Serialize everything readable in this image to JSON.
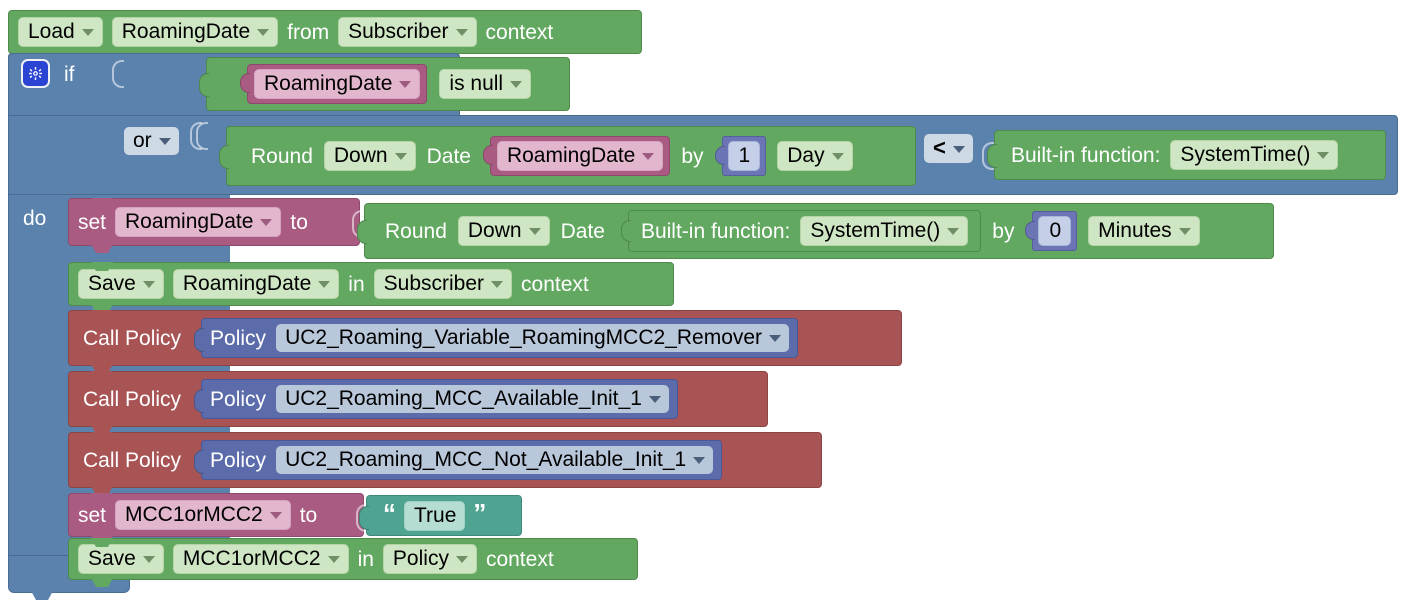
{
  "program": {
    "load_block": {
      "action": "Load",
      "variable": "RoamingDate",
      "from_label": "from",
      "context_scope": "Subscriber",
      "context_label": "context"
    },
    "if_block": {
      "gear_icon": "gear-icon",
      "if_label": "if",
      "do_label": "do",
      "operator": "or",
      "condition_1": {
        "variable": "RoamingDate",
        "test": "is null"
      },
      "condition_2": {
        "round_label": "Round",
        "direction": "Down",
        "date_label": "Date",
        "variable": "RoamingDate",
        "by_label": "by",
        "amount": "1",
        "unit": "Day",
        "comparator": "<",
        "right_label": "Built-in function:",
        "right_value": "SystemTime()"
      }
    },
    "do_statements": [
      {
        "kind": "set",
        "set_label": "set",
        "variable": "RoamingDate",
        "to_label": "to",
        "value": {
          "round_label": "Round",
          "direction": "Down",
          "date_label": "Date",
          "fn_label": "Built-in function:",
          "fn_value": "SystemTime()",
          "by_label": "by",
          "amount": "0",
          "unit": "Minutes"
        }
      },
      {
        "kind": "save",
        "action": "Save",
        "variable": "RoamingDate",
        "in_label": "in",
        "context_scope": "Subscriber",
        "context_label": "context"
      },
      {
        "kind": "call-policy",
        "call_label": "Call Policy",
        "policy_label": "Policy",
        "policy_name": "UC2_Roaming_Variable_RoamingMCC2_Remover"
      },
      {
        "kind": "call-policy",
        "call_label": "Call Policy",
        "policy_label": "Policy",
        "policy_name": "UC2_Roaming_MCC_Available_Init_1"
      },
      {
        "kind": "call-policy",
        "call_label": "Call Policy",
        "policy_label": "Policy",
        "policy_name": "UC2_Roaming_MCC_Not_Available_Init_1"
      },
      {
        "kind": "set-string",
        "set_label": "set",
        "variable": "MCC1orMCC2",
        "to_label": "to",
        "open_quote": "“",
        "string_value": "True",
        "close_quote": "”"
      },
      {
        "kind": "save",
        "action": "Save",
        "variable": "MCC1orMCC2",
        "in_label": "in",
        "context_scope": "Policy",
        "context_label": "context"
      }
    ]
  },
  "colors": {
    "green": "#62a861",
    "pink": "#a95b82",
    "red": "#a85455",
    "blue": "#5b82ad",
    "teal": "#4ea391",
    "purple": "#6b74b5",
    "gear_blue": "#2b44d4"
  }
}
